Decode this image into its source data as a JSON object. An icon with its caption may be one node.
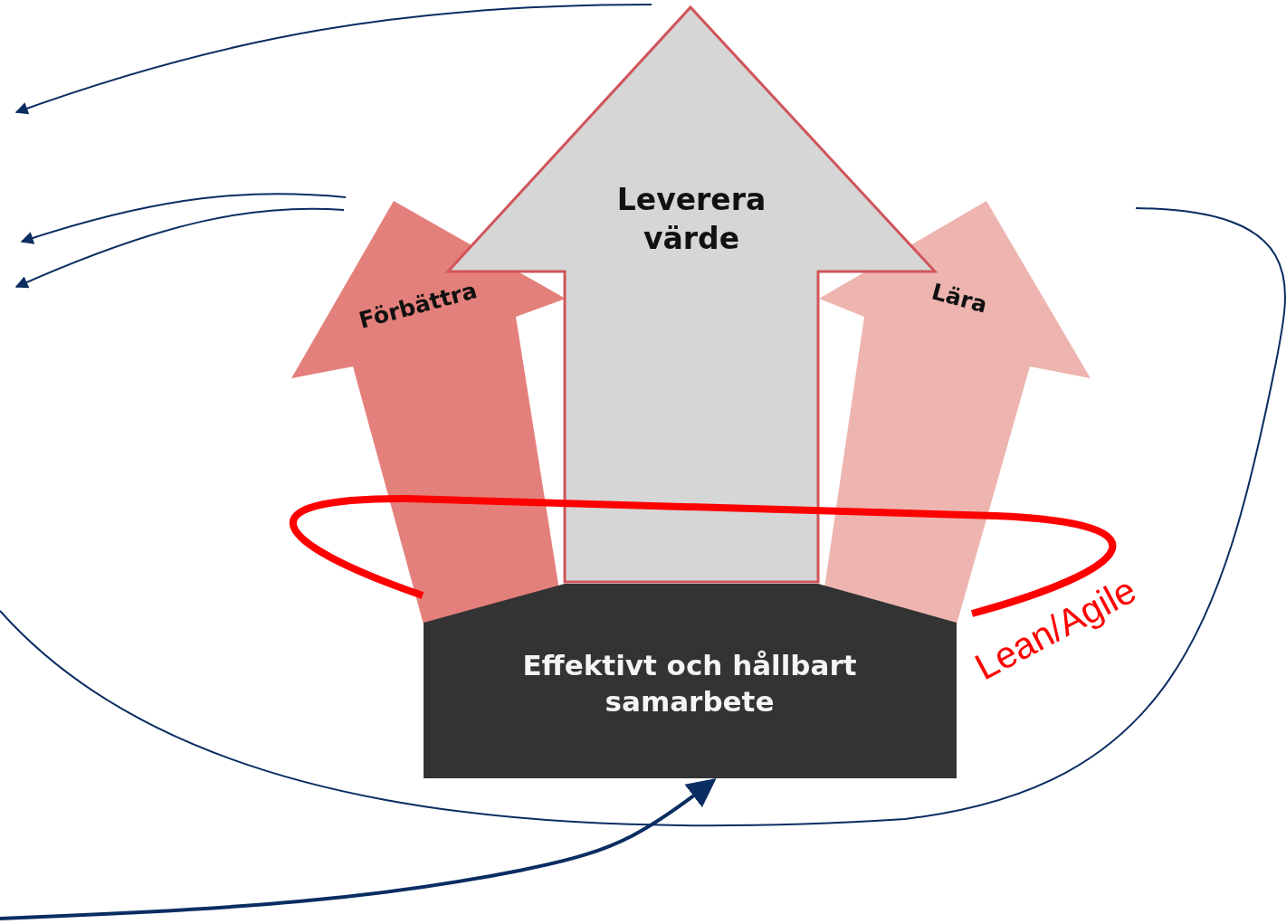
{
  "diagram": {
    "nodes": [
      {
        "text": [
          "Leverera värde"
        ]
      },
      {
        "text": [
          "Förbättra"
        ]
      },
      {
        "text": [
          "Lära"
        ]
      },
      {
        "text": [
          "Effektivt och hållbart samarbete"
        ]
      }
    ],
    "edges": [
      {
        "from": null,
        "to": 3,
        "arrow": "to"
      }
    ],
    "labels": [
      "Lean/Agile"
    ]
  }
}
